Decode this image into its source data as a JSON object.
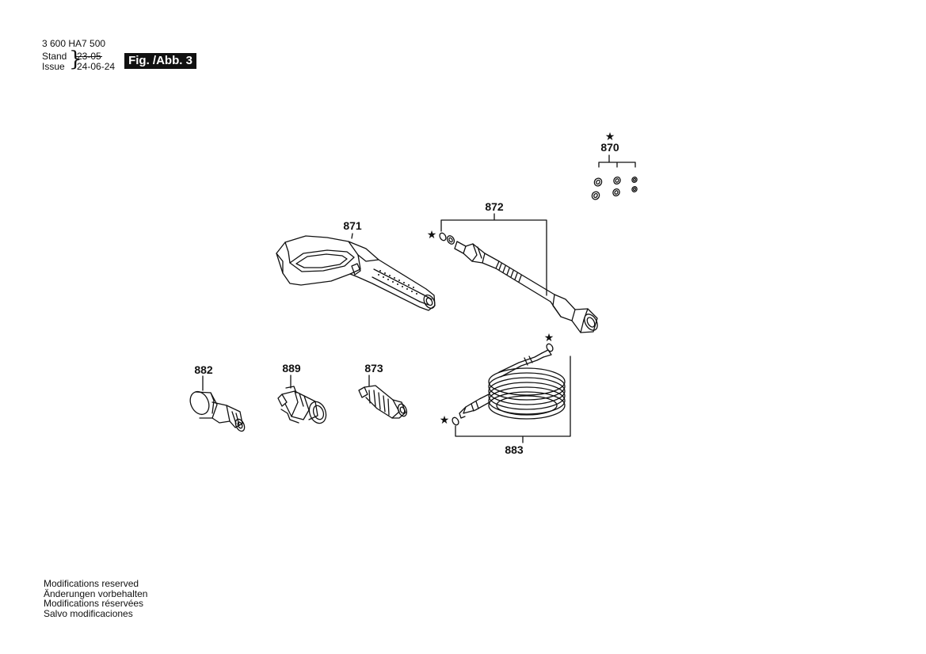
{
  "header": {
    "part_number": "3 600 HA7 500",
    "stand_label": "Stand",
    "issue_label": "Issue",
    "old_date": "23-05",
    "new_date": "24-06-24",
    "figure_label": "Fig. /Abb. 3"
  },
  "parts": [
    {
      "id": "870",
      "label": "870",
      "star": "★",
      "icon": "o-ring-set-icon"
    },
    {
      "id": "871",
      "label": "871",
      "icon": "spray-gun-handle-icon"
    },
    {
      "id": "872",
      "label": "872",
      "star": "★",
      "icon": "spray-lance-icon"
    },
    {
      "id": "873",
      "label": "873",
      "icon": "rotary-nozzle-icon"
    },
    {
      "id": "882",
      "label": "882",
      "icon": "adapter-icon"
    },
    {
      "id": "883",
      "label": "883",
      "star": "★",
      "star2": "★",
      "icon": "hose-coil-icon"
    },
    {
      "id": "889",
      "label": "889",
      "icon": "quick-connector-icon"
    }
  ],
  "footer": {
    "lines": [
      "Modifications reserved",
      "Änderungen vorbehalten",
      "Modifications réservées",
      "Salvo modificaciones"
    ]
  }
}
